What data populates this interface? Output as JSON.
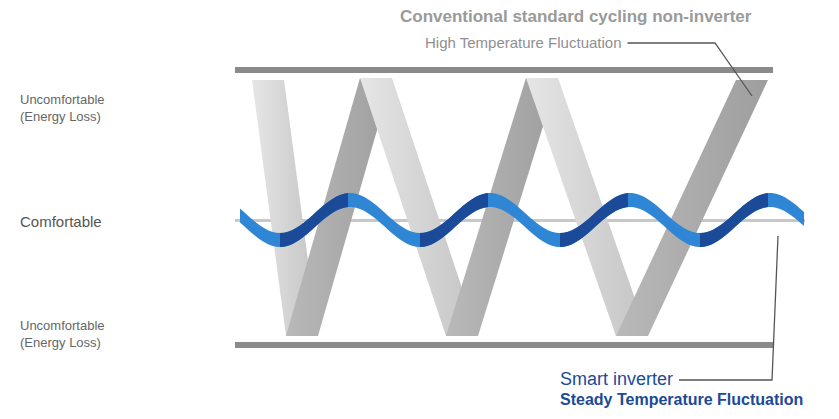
{
  "diagram": {
    "labels": [
      "Conventional standard cycling non-inverter",
      "High Temperature Fluctuation",
      "Uncomfortable (Energy Loss)",
      "Comfortable",
      "Uncomfortable (Energy Loss)",
      "Smart inverter",
      "Steady Temperature Fluctuation"
    ]
  }
}
